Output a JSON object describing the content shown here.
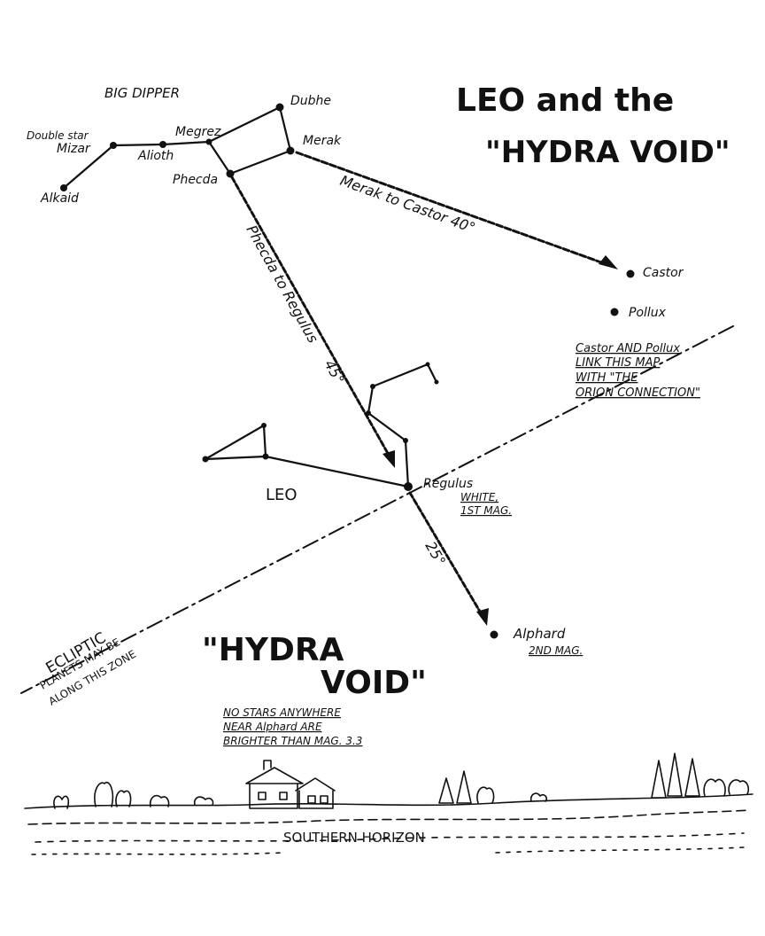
{
  "title": {
    "line1": "LEO and the",
    "line2": "\"HYDRA VOID\""
  },
  "asterisms": {
    "big_dipper": "BIG DIPPER",
    "leo": "LEO"
  },
  "stars": {
    "dubhe": "Dubhe",
    "merak": "Merak",
    "megrez": "Megrez",
    "alioth": "Alioth",
    "mizar": "Mizar",
    "double_star": "Double star",
    "alkaid": "Alkaid",
    "phecda": "Phecda",
    "castor": "Castor",
    "pollux": "Pollux",
    "regulus": "Regulus",
    "alphard": "Alphard"
  },
  "routes": {
    "merak_castor": "Merak to Castor  40°",
    "phecda_regulus": "Phecda to Regulus",
    "phecda_regulus_angle": "45°",
    "regulus_alphard_angle": "25°"
  },
  "notes": {
    "regulus_line1": "WHITE,",
    "regulus_line2": "1ST MAG.",
    "alphard": "2ND MAG.",
    "castor_pollux_1": "Castor AND Pollux",
    "castor_pollux_2": "LINK THIS MAP",
    "castor_pollux_3": "WITH \"THE",
    "castor_pollux_4": "ORION CONNECTION\"",
    "ecliptic": "ECLIPTIC",
    "planets_1": "PLANETS MAY BE",
    "planets_2": "ALONG THIS ZONE",
    "void_1": "NO STARS ANYWHERE",
    "void_2": "NEAR Alphard ARE",
    "void_3": "BRIGHTER THAN MAG. 3.3"
  },
  "hydra_void": {
    "line1": "\"HYDRA",
    "line2": "VOID\""
  },
  "horizon": "SOUTHERN HORIZON"
}
